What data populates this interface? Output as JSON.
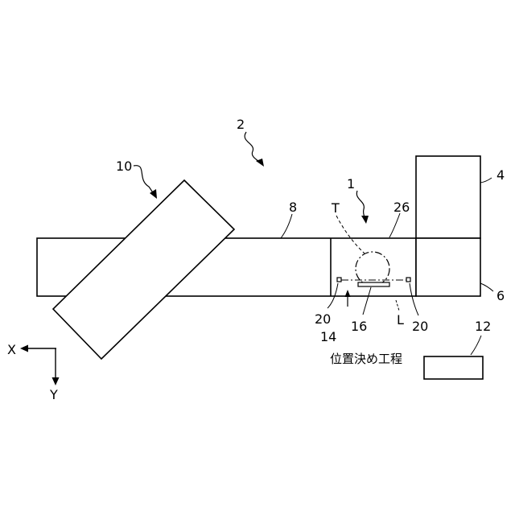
{
  "labels": {
    "ref_2": "2",
    "ref_10": "10",
    "ref_4": "4",
    "ref_6": "6",
    "ref_8": "8",
    "ref_1": "1",
    "ref_26": "26",
    "ref_T": "T",
    "ref_20_left": "20",
    "ref_20_right": "20",
    "ref_14": "14",
    "ref_16": "16",
    "ref_L": "L",
    "ref_12": "12",
    "axis_x": "X",
    "axis_y": "Y"
  },
  "caption_12": "位置決め工程",
  "colors": {
    "stroke": "#000000",
    "background": "#ffffff"
  }
}
